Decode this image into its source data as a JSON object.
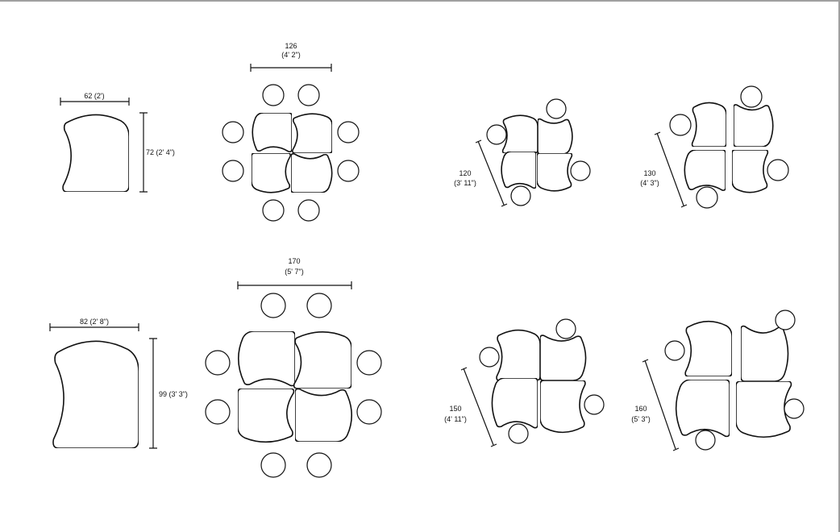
{
  "diagram": {
    "single_small": {
      "width_label": "62 (2')",
      "height_label": "72 (2' 4\")"
    },
    "single_large": {
      "width_label": "82 (2' 8\")",
      "height_label": "99 (3' 3\")"
    },
    "group_126": {
      "value": "126",
      "imperial": "(4' 2\")"
    },
    "group_170": {
      "value": "170",
      "imperial": "(5' 7\")"
    },
    "group_120": {
      "value": "120",
      "imperial": "(3' 11\")"
    },
    "group_130": {
      "value": "130",
      "imperial": "(4' 3\")"
    },
    "group_150": {
      "value": "150",
      "imperial": "(4' 11\")"
    },
    "group_160": {
      "value": "160",
      "imperial": "(5' 3\")"
    }
  }
}
